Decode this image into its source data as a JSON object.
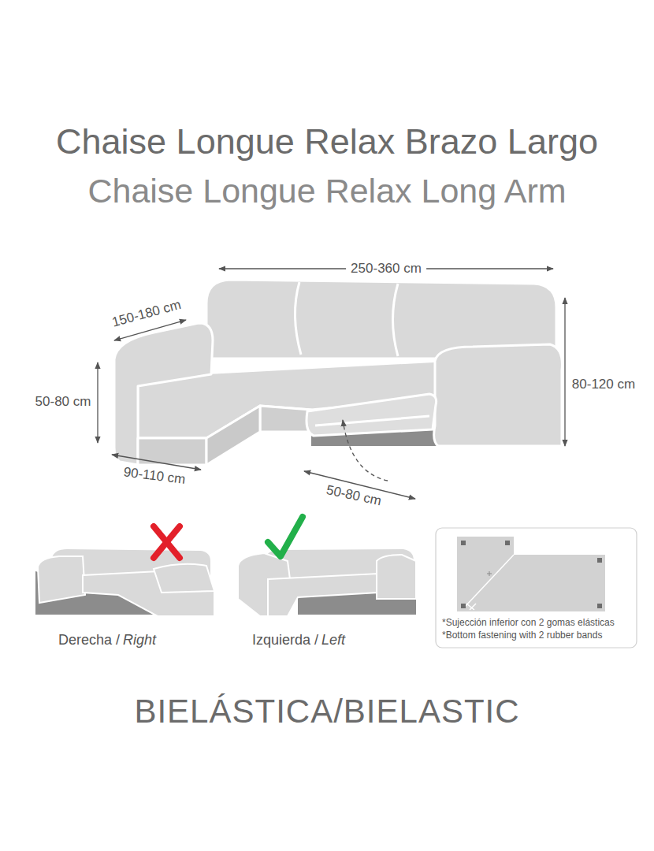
{
  "diagram": {
    "title": "Chaise Longue Relax Brazo Largo",
    "caption": "BIELÁSTICA/BIELASTIC",
    "nodes": [
      {
        "text": [
          "*Sujección inferior con 2 gomas elásticas",
          "*Bottom fastening with 2 rubber bands"
        ]
      }
    ],
    "edges": [],
    "labels": [
      "Chaise Longue Relax Long Arm",
      "250-360 cm",
      "150-180 cm",
      "50-80 cm",
      "80-120 cm",
      "90-110 cm",
      "50-80 cm",
      "Derecha /",
      "Right",
      "Izquierda /",
      "Left"
    ]
  }
}
